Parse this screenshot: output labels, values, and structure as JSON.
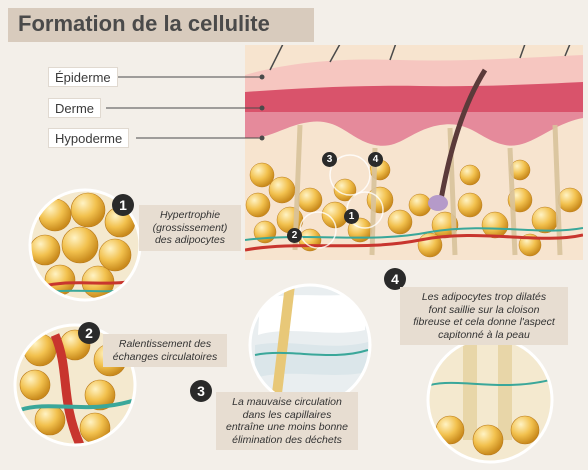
{
  "title": "Formation de la cellulite",
  "layers": {
    "epiderme": "Épiderme",
    "derme": "Derme",
    "hypoderme": "Hypoderme"
  },
  "steps": [
    {
      "number": "1",
      "caption_lines": [
        "Hypertrophie",
        "(grossissement)",
        "des adipocytes"
      ]
    },
    {
      "number": "2",
      "caption_lines": [
        "Ralentissement des",
        "échanges circulatoires"
      ]
    },
    {
      "number": "3",
      "caption_lines": [
        "La mauvaise circulation",
        "dans les capillaires",
        "entraîne une moins bonne",
        "élimination des déchets"
      ]
    },
    {
      "number": "4",
      "caption_lines": [
        "Les adipocytes trop dilatés",
        "font saillie sur la cloison",
        "fibreuse et cela donne l'aspect",
        "capitonné à la peau"
      ]
    }
  ],
  "colors": {
    "background": "#f3efe9",
    "epidermis": "#f6c6c0",
    "dermis": "#d9536b",
    "fat": "#f2c14e",
    "vessel": "#c8352e",
    "badge": "#2a2a2a"
  }
}
